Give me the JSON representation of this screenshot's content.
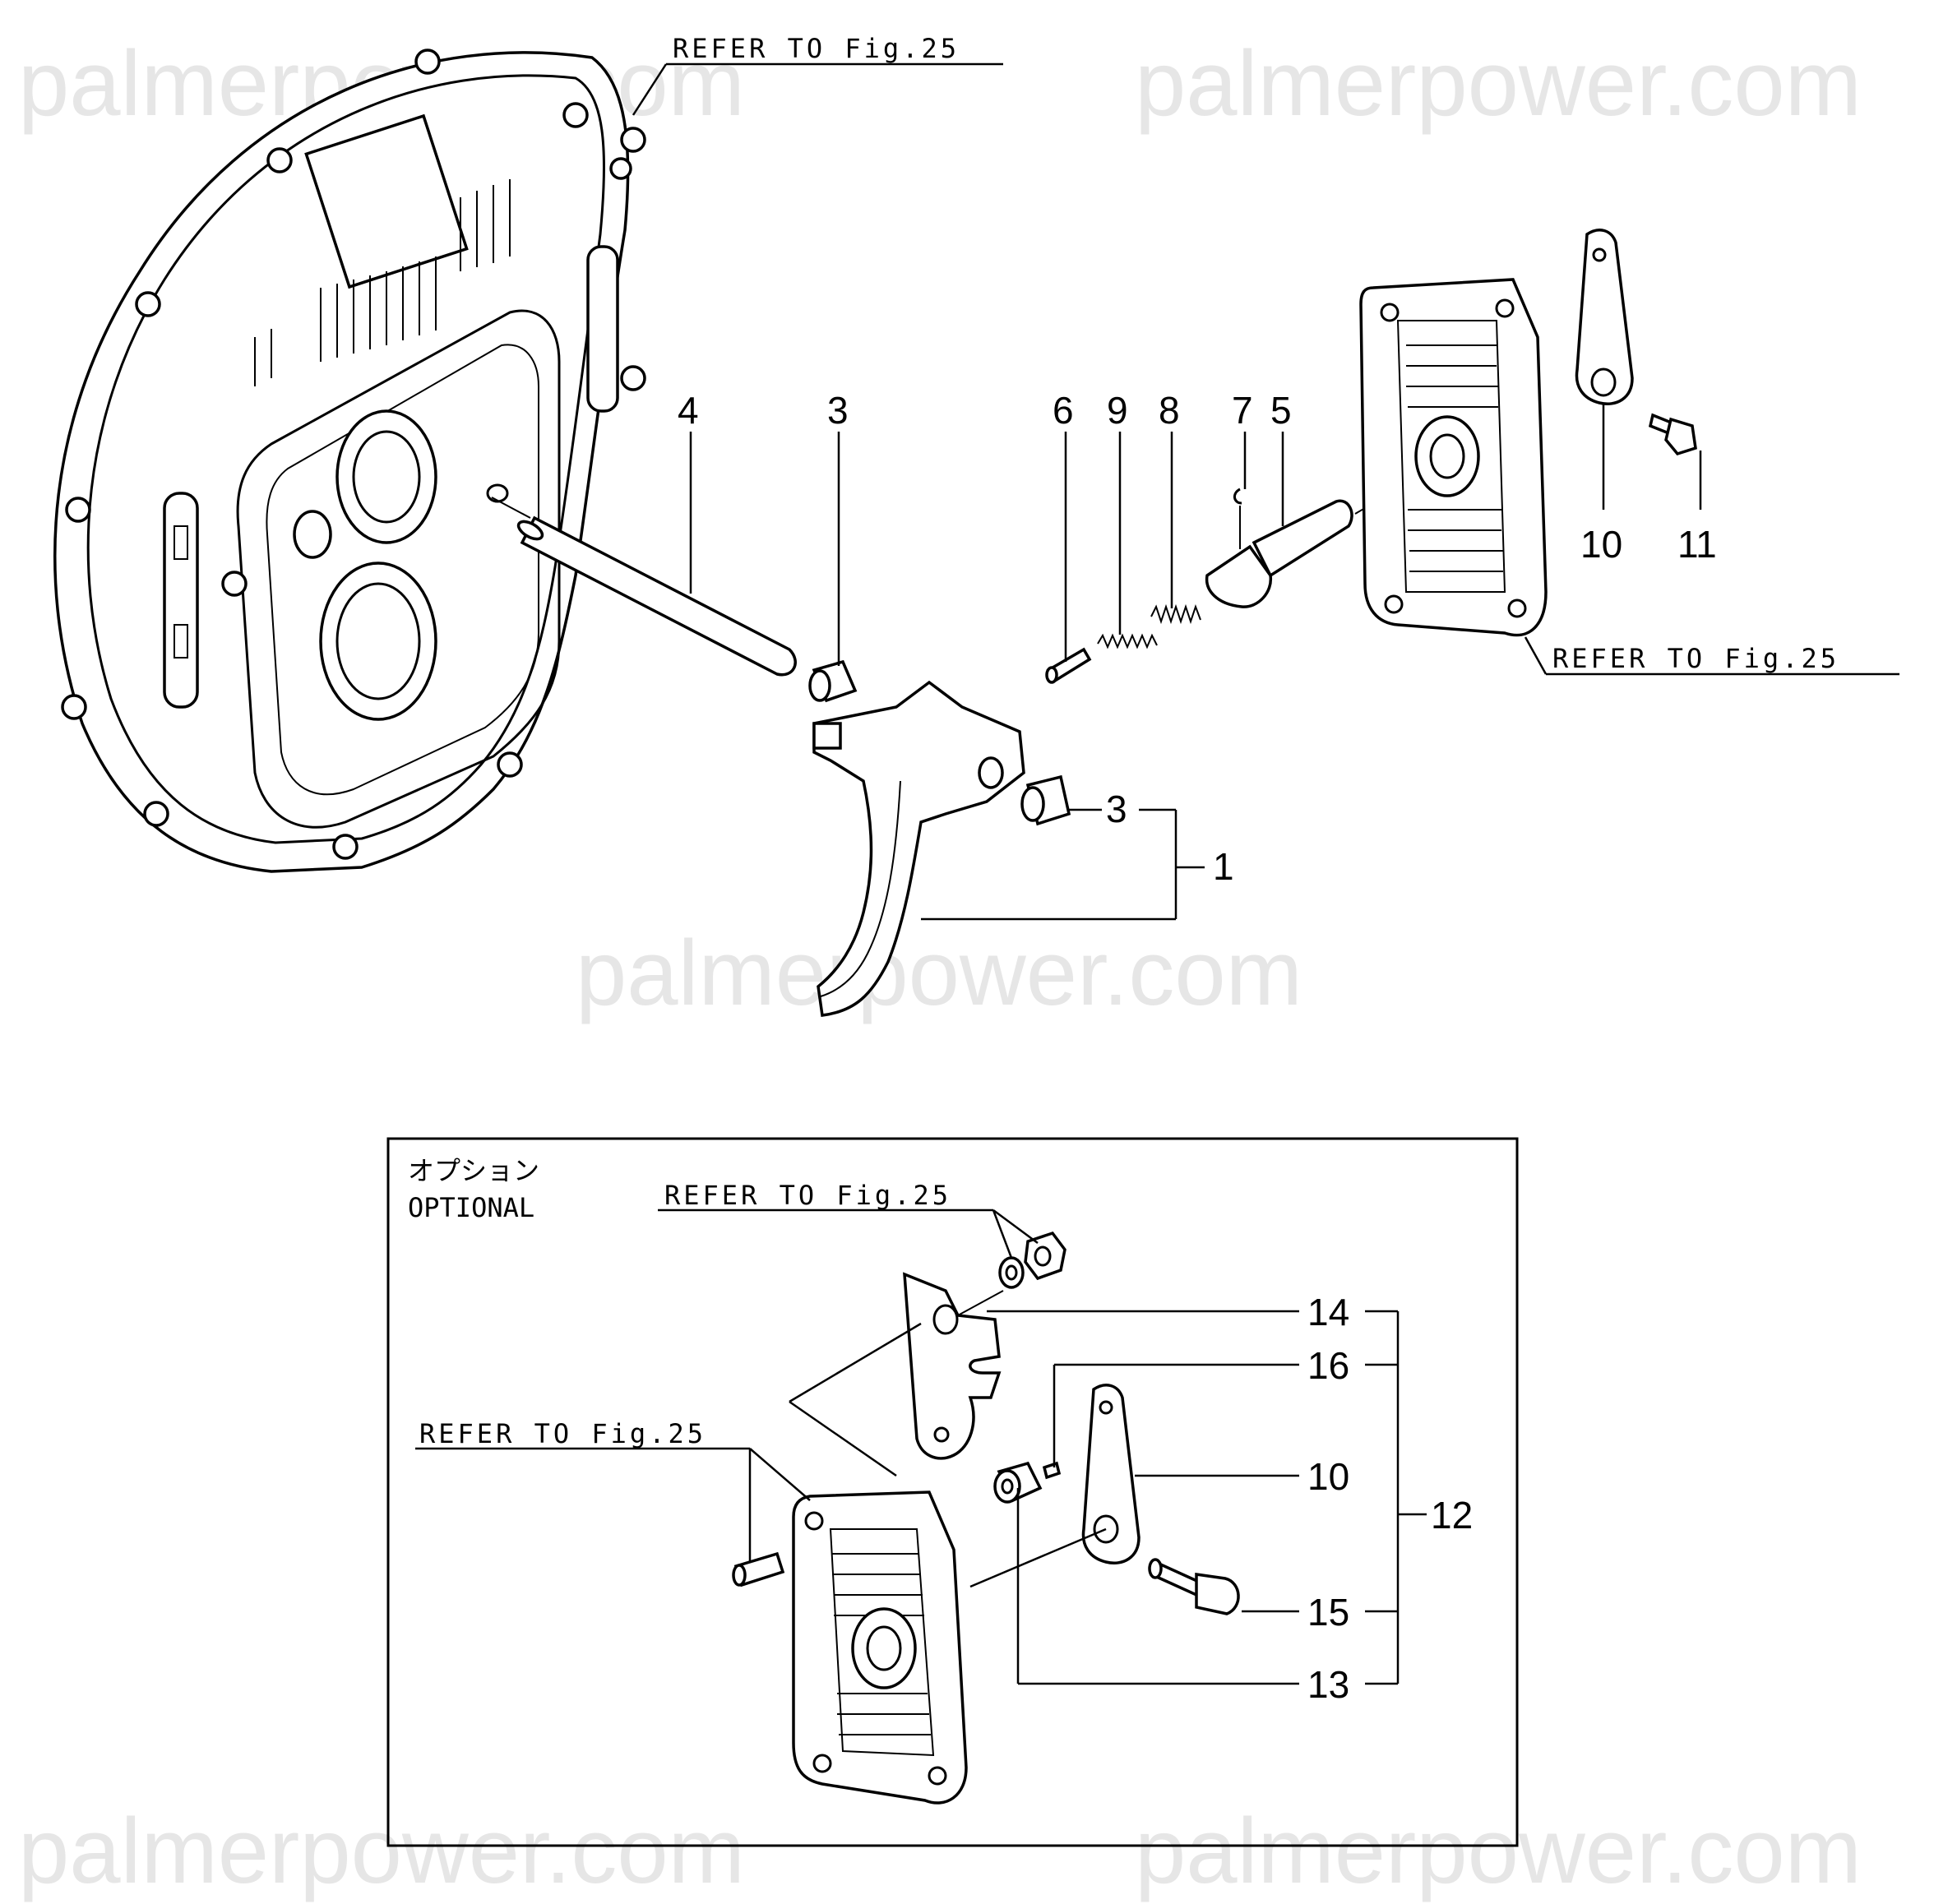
{
  "watermarks": {
    "top_left": "palmerpower.com",
    "top_right": "palmerpower.com",
    "middle": "palmerpower.com",
    "bottom_left": "palmerpower.com",
    "bottom_right": "palmerpower.com"
  },
  "references": {
    "top": "REFER TO Fig.25",
    "right": "REFER TO Fig.25",
    "optional_top": "REFER TO Fig.25",
    "optional_left": "REFER TO Fig.25"
  },
  "callouts": {
    "c1": "1",
    "c3a": "3",
    "c3b": "3",
    "c4": "4",
    "c5": "5",
    "c6": "6",
    "c7": "7",
    "c8": "8",
    "c9": "9",
    "c10": "10",
    "c11": "11"
  },
  "optional_box": {
    "title_jp": "オプション",
    "title_en": "OPTIONAL",
    "callouts": {
      "c14": "14",
      "c16": "16",
      "c10": "10",
      "c12": "12",
      "c15": "15",
      "c13": "13"
    }
  }
}
